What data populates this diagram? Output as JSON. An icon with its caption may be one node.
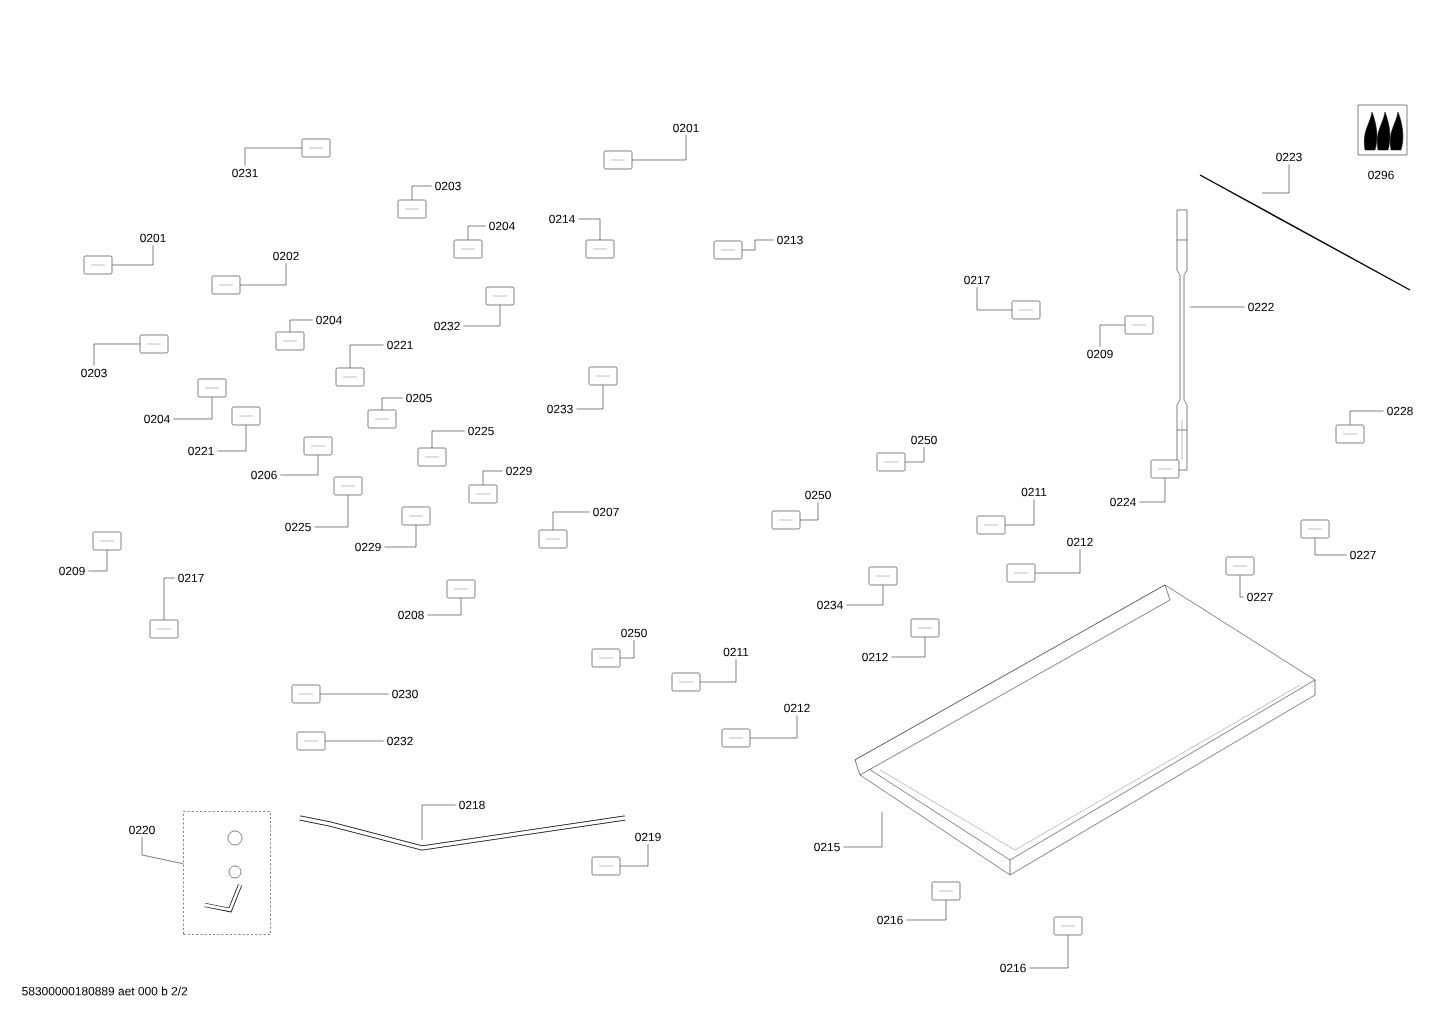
{
  "diagram": {
    "nodes": [
      {
        "text": [
          "0231"
        ]
      },
      {
        "text": [
          "0201"
        ]
      },
      {
        "text": [
          "0203"
        ]
      },
      {
        "text": [
          "0201"
        ]
      },
      {
        "text": [
          "0202"
        ]
      },
      {
        "text": [
          "0204"
        ]
      },
      {
        "text": [
          "0214"
        ]
      },
      {
        "text": [
          "0213"
        ]
      },
      {
        "text": [
          "0217"
        ]
      },
      {
        "text": [
          "0223"
        ]
      },
      {
        "text": [
          "0222"
        ]
      },
      {
        "text": [
          "0232"
        ]
      },
      {
        "text": [
          "0204"
        ]
      },
      {
        "text": [
          "0221"
        ]
      },
      {
        "text": [
          "0209"
        ]
      },
      {
        "text": [
          "0203"
        ]
      },
      {
        "text": [
          "0233"
        ]
      },
      {
        "text": [
          "0205"
        ]
      },
      {
        "text": [
          "0204"
        ]
      },
      {
        "text": [
          "0221"
        ]
      },
      {
        "text": [
          "0225"
        ]
      },
      {
        "text": [
          "0250"
        ]
      },
      {
        "text": [
          "0228"
        ]
      },
      {
        "text": [
          "0206"
        ]
      },
      {
        "text": [
          "0229"
        ]
      },
      {
        "text": [
          "0211"
        ]
      },
      {
        "text": [
          "0224"
        ]
      },
      {
        "text": [
          "0250"
        ]
      },
      {
        "text": [
          "0207"
        ]
      },
      {
        "text": [
          "0225"
        ]
      },
      {
        "text": [
          "0229"
        ]
      },
      {
        "text": [
          "0212"
        ]
      },
      {
        "text": [
          "0227"
        ]
      },
      {
        "text": [
          "0209"
        ]
      },
      {
        "text": [
          "0217"
        ]
      },
      {
        "text": [
          "0234"
        ]
      },
      {
        "text": [
          "0227"
        ]
      },
      {
        "text": [
          "0208"
        ]
      },
      {
        "text": [
          "0250"
        ]
      },
      {
        "text": [
          "0211"
        ]
      },
      {
        "text": [
          "0212"
        ]
      },
      {
        "text": [
          "0230"
        ]
      },
      {
        "text": [
          "0212"
        ]
      },
      {
        "text": [
          "0232"
        ]
      },
      {
        "text": [
          "0218"
        ]
      },
      {
        "text": [
          "0220"
        ]
      },
      {
        "text": [
          "0219"
        ]
      },
      {
        "text": [
          "0215"
        ]
      },
      {
        "text": [
          "0216"
        ]
      },
      {
        "text": [
          "0216"
        ]
      },
      {
        "text": [],
        "shape": "picture"
      },
      {
        "text": [],
        "shape": "picture"
      },
      {
        "text": [],
        "shape": "picture"
      },
      {
        "text": [],
        "shape": "picture"
      },
      {
        "text": [],
        "shape": "picture"
      },
      {
        "text": [],
        "shape": "picture"
      },
      {
        "text": [],
        "shape": "picture"
      },
      {
        "text": [],
        "shape": "picture"
      },
      {
        "text": [],
        "shape": "picture"
      },
      {
        "text": [],
        "shape": "picture"
      },
      {
        "text": [],
        "shape": "picture"
      },
      {
        "text": [],
        "shape": "picture"
      },
      {
        "text": [],
        "shape": "picture"
      },
      {
        "text": [],
        "shape": "picture"
      },
      {
        "text": [],
        "shape": "picture"
      },
      {
        "text": [],
        "shape": "picture"
      },
      {
        "text": [],
        "shape": "picture"
      },
      {
        "text": [],
        "shape": "picture"
      },
      {
        "text": [],
        "shape": "picture"
      },
      {
        "text": [],
        "shape": "picture"
      },
      {
        "text": [],
        "shape": "picture"
      },
      {
        "text": [],
        "shape": "picture"
      },
      {
        "text": [],
        "shape": "picture"
      },
      {
        "text": [],
        "shape": "picture"
      },
      {
        "text": [],
        "shape": "picture"
      },
      {
        "text": [],
        "shape": "picture"
      },
      {
        "text": [],
        "shape": "picture"
      },
      {
        "text": [],
        "shape": "picture"
      },
      {
        "text": [],
        "shape": "picture"
      },
      {
        "text": [],
        "shape": "picture"
      },
      {
        "text": [],
        "shape": "picture"
      },
      {
        "text": [],
        "shape": "picture"
      },
      {
        "text": [],
        "shape": "picture"
      },
      {
        "text": [],
        "shape": "picture"
      },
      {
        "text": [],
        "shape": "picture"
      },
      {
        "text": [],
        "shape": "picture"
      },
      {
        "text": [],
        "shape": "picture"
      },
      {
        "text": [],
        "shape": "picture"
      },
      {
        "text": [],
        "shape": "picture"
      },
      {
        "text": [],
        "shape": "picture"
      },
      {
        "text": [],
        "shape": "picture"
      },
      {
        "text": [],
        "shape": "picture"
      },
      {
        "text": [],
        "shape": "picture"
      },
      {
        "text": [],
        "shape": "picture"
      },
      {
        "text": [],
        "shape": "picture"
      },
      {
        "text": [],
        "shape": "box"
      },
      {
        "text": [],
        "shape": "picture"
      },
      {
        "text": [],
        "shape": "picture"
      },
      {
        "text": [],
        "shape": "picture"
      },
      {
        "text": [],
        "shape": "picture"
      }
    ],
    "edges": [
      {
        "from": 0,
        "to": 50,
        "arrow": "none"
      },
      {
        "from": 1,
        "to": 51,
        "arrow": "none"
      },
      {
        "from": 2,
        "to": 52,
        "arrow": "none"
      },
      {
        "from": 3,
        "to": 53,
        "arrow": "none"
      },
      {
        "from": 4,
        "to": 54,
        "arrow": "none"
      },
      {
        "from": 5,
        "to": 55,
        "arrow": "none"
      },
      {
        "from": 6,
        "to": 56,
        "arrow": "none"
      },
      {
        "from": 7,
        "to": 57,
        "arrow": "none"
      },
      {
        "from": 8,
        "to": 58,
        "arrow": "none"
      },
      {
        "from": 9,
        "to": 59,
        "arrow": "none"
      },
      {
        "from": 10,
        "to": 60,
        "arrow": "none"
      },
      {
        "from": 11,
        "to": 61,
        "arrow": "none"
      },
      {
        "from": 12,
        "to": 62,
        "arrow": "none"
      },
      {
        "from": 13,
        "to": 63,
        "arrow": "none"
      },
      {
        "from": 14,
        "to": 64,
        "arrow": "none"
      },
      {
        "from": 15,
        "to": 65,
        "arrow": "none"
      },
      {
        "from": 16,
        "to": 66,
        "arrow": "none"
      },
      {
        "from": 17,
        "to": 67,
        "arrow": "none"
      },
      {
        "from": 18,
        "to": 68,
        "arrow": "none"
      },
      {
        "from": 19,
        "to": 69,
        "arrow": "none"
      },
      {
        "from": 20,
        "to": 70,
        "arrow": "none"
      },
      {
        "from": 21,
        "to": 71,
        "arrow": "none"
      },
      {
        "from": 22,
        "to": 72,
        "arrow": "none"
      },
      {
        "from": 23,
        "to": 73,
        "arrow": "none"
      },
      {
        "from": 24,
        "to": 74,
        "arrow": "none"
      },
      {
        "from": 25,
        "to": 75,
        "arrow": "none"
      },
      {
        "from": 26,
        "to": 76,
        "arrow": "none"
      },
      {
        "from": 27,
        "to": 77,
        "arrow": "none"
      },
      {
        "from": 28,
        "to": 78,
        "arrow": "none"
      },
      {
        "from": 29,
        "to": 79,
        "arrow": "none"
      },
      {
        "from": 30,
        "to": 80,
        "arrow": "none"
      },
      {
        "from": 31,
        "to": 81,
        "arrow": "none"
      },
      {
        "from": 32,
        "to": 82,
        "arrow": "none"
      },
      {
        "from": 33,
        "to": 83,
        "arrow": "none"
      },
      {
        "from": 34,
        "to": 84,
        "arrow": "none"
      },
      {
        "from": 35,
        "to": 85,
        "arrow": "none"
      },
      {
        "from": 36,
        "to": 86,
        "arrow": "none"
      },
      {
        "from": 37,
        "to": 87,
        "arrow": "none"
      },
      {
        "from": 38,
        "to": 88,
        "arrow": "none"
      },
      {
        "from": 39,
        "to": 89,
        "arrow": "none"
      },
      {
        "from": 40,
        "to": 90,
        "arrow": "none"
      },
      {
        "from": 41,
        "to": 91,
        "arrow": "none"
      },
      {
        "from": 42,
        "to": 92,
        "arrow": "none"
      },
      {
        "from": 43,
        "to": 93,
        "arrow": "none"
      },
      {
        "from": 44,
        "to": 94,
        "arrow": "none"
      },
      {
        "from": 45,
        "to": 95,
        "arrow": "none"
      },
      {
        "from": 46,
        "to": 96,
        "arrow": "none"
      },
      {
        "from": 47,
        "to": 97,
        "arrow": "none"
      },
      {
        "from": 48,
        "to": 98,
        "arrow": "none"
      },
      {
        "from": 49,
        "to": 99,
        "arrow": "none"
      }
    ],
    "labels": [
      "0296",
      "58300000180889 aet 000 b 2/2"
    ]
  }
}
